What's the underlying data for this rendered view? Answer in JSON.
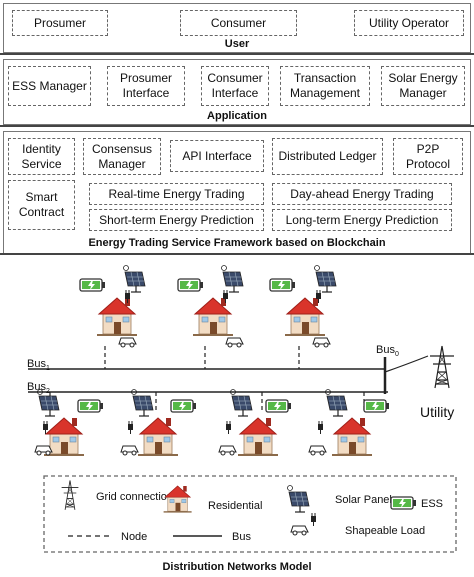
{
  "user_layer": {
    "boxes": [
      "Prosumer",
      "Consumer",
      "Utility Operator"
    ],
    "label": "User"
  },
  "application_layer": {
    "boxes": [
      "ESS Manager",
      "Prosumer Interface",
      "Consumer Interface",
      "Transaction Management",
      "Solar Energy Manager"
    ],
    "label": "Application"
  },
  "framework_layer": {
    "row1": [
      "Identity Service",
      "Consensus Manager",
      "API Interface",
      "Distributed Ledger",
      "P2P Protocol"
    ],
    "smart_contract": "Smart Contract",
    "services": [
      "Real-time Energy Trading",
      "Day-ahead Energy Trading",
      "Short-term Energy Prediction",
      "Long-term Energy Prediction"
    ],
    "label": "Energy Trading Service Framework based on Blockchain"
  },
  "network": {
    "bus1": "Bus",
    "bus1_sub": "1",
    "bus2": "Bus",
    "bus2_sub": "2",
    "bus0": "Bus",
    "bus0_sub": "0",
    "utility": "Utility",
    "label": "Distribution Networks Model"
  },
  "legend": {
    "grid_connection": "Grid connection",
    "residential": "Residential",
    "solar_panel": "Solar Panel",
    "ess": "ESS",
    "node": "Node",
    "bus": "Bus",
    "shapeable_load": "Shapeable Load"
  },
  "colors": {
    "roof": "#d9342b",
    "wall": "#f2dcc4",
    "door": "#7a4a2a",
    "battery": "#56b847",
    "panel": "#3a4a6a"
  }
}
